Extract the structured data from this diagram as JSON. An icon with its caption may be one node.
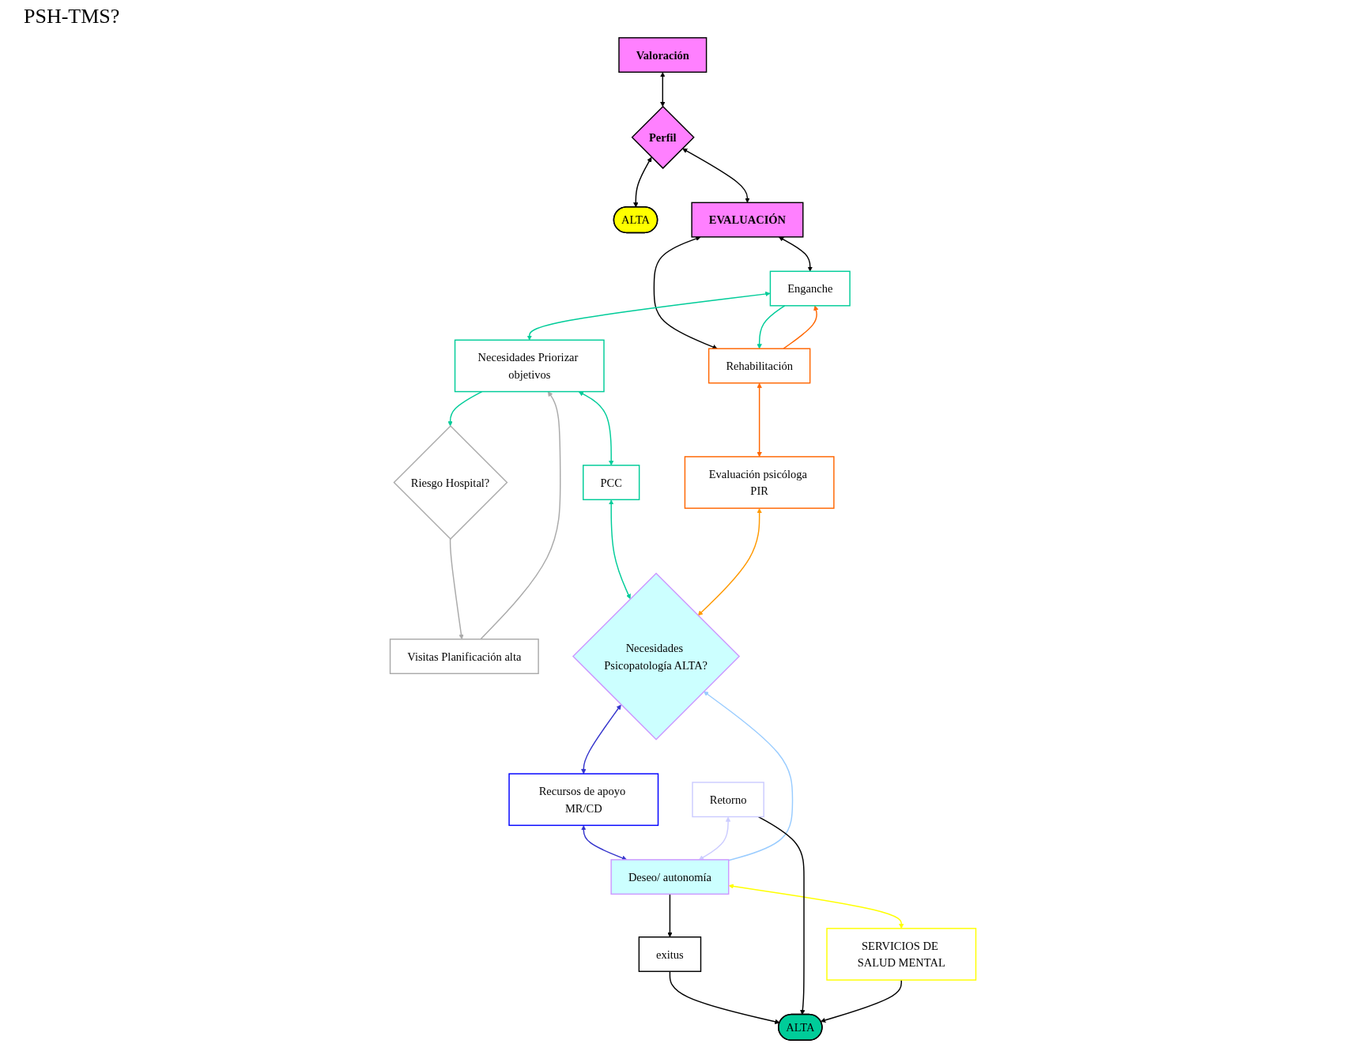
{
  "diagram": {
    "nodes": [
      {
        "text": [
          "Valoración"
        ]
      },
      {
        "text": [
          "Perfil"
        ]
      },
      {
        "text": [
          "ALTA"
        ]
      },
      {
        "text": [
          "EVALUACIÓN"
        ]
      },
      {
        "text": [
          "Enganche"
        ]
      },
      {
        "text": [
          "Rehabilitación"
        ]
      },
      {
        "text": [
          "Riesgo Hospital?"
        ]
      },
      {
        "text": [
          "Necesidades Priorizar objetivos"
        ]
      },
      {
        "text": [
          "PCC"
        ]
      },
      {
        "text": [
          "Evaluación psicóloga PIR"
        ]
      },
      {
        "text": [
          "Visitas Planificación alta"
        ]
      },
      {
        "text": [
          "Necesidades Psicopatología ALTA?"
        ]
      },
      {
        "text": [
          "Recursos de apoyo MR/CD"
        ]
      },
      {
        "text": [
          "Retorno"
        ]
      },
      {
        "text": [
          "Deseo/ autonomía"
        ]
      },
      {
        "text": [
          "SERVICIOS DE SALUD MENTAL"
        ]
      },
      {
        "text": [
          "exitus"
        ]
      },
      {
        "text": [
          "ALTA"
        ]
      }
    ],
    "edges": [
      {
        "from": 0,
        "to": 1,
        "arrow": "both"
      },
      {
        "from": 1,
        "to": 2,
        "arrow": "both"
      },
      {
        "from": 1,
        "to": 3,
        "arrow": "both"
      },
      {
        "from": 3,
        "to": 4,
        "arrow": "both"
      },
      {
        "from": 3,
        "to": 5,
        "arrow": "both"
      },
      {
        "from": 4,
        "to": 5,
        "arrow": "to",
        "color": "#00cc99"
      },
      {
        "from": 5,
        "to": 4,
        "arrow": "to",
        "color": "#ff6600"
      },
      {
        "from": 4,
        "to": 7,
        "arrow": "both",
        "color": "#00cc99"
      },
      {
        "from": 7,
        "to": 6,
        "arrow": "to",
        "color": "#00cc99"
      },
      {
        "from": 6,
        "to": 10,
        "arrow": "to",
        "color": "#aaaaaa"
      },
      {
        "from": 10,
        "to": 7,
        "arrow": "to",
        "color": "#aaaaaa"
      },
      {
        "from": 7,
        "to": 8,
        "arrow": "both",
        "color": "#00cc99"
      },
      {
        "from": 5,
        "to": 9,
        "arrow": "both",
        "color": "#ff6600"
      },
      {
        "from": 8,
        "to": 11,
        "arrow": "both",
        "color": "#00cc99"
      },
      {
        "from": 9,
        "to": 11,
        "arrow": "both",
        "color": "#ff9900"
      },
      {
        "from": 11,
        "to": 12,
        "arrow": "both",
        "color": "#3333cc"
      },
      {
        "from": 12,
        "to": 14,
        "arrow": "both",
        "color": "#3333cc"
      },
      {
        "from": 14,
        "to": 11,
        "arrow": "to",
        "color": "#99ccff"
      },
      {
        "from": 13,
        "to": 14,
        "arrow": "both",
        "color": "#ccccff"
      },
      {
        "from": 14,
        "to": 15,
        "arrow": "both",
        "color": "#ffff00"
      },
      {
        "from": 14,
        "to": 16,
        "arrow": "to"
      },
      {
        "from": 16,
        "to": 17,
        "arrow": "to"
      },
      {
        "from": 13,
        "to": 17,
        "arrow": "to"
      },
      {
        "from": 15,
        "to": 17,
        "arrow": "to"
      }
    ],
    "labels": [
      "PSH-TMS?"
    ]
  }
}
